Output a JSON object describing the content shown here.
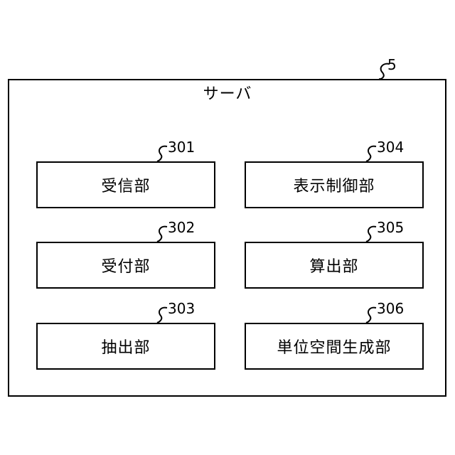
{
  "server": {
    "label": "サーバ",
    "ref": "5"
  },
  "units": [
    {
      "ref": "301",
      "label": "受信部"
    },
    {
      "ref": "302",
      "label": "受付部"
    },
    {
      "ref": "303",
      "label": "抽出部"
    },
    {
      "ref": "304",
      "label": "表示制御部"
    },
    {
      "ref": "305",
      "label": "算出部"
    },
    {
      "ref": "306",
      "label": "単位空間生成部"
    }
  ]
}
